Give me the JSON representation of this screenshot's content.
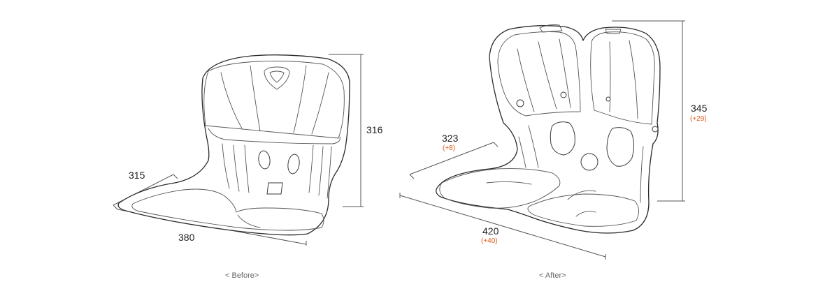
{
  "before": {
    "caption": "< Before>",
    "width": "380",
    "depth": "315",
    "height": "316"
  },
  "after": {
    "caption": "< After>",
    "width": "420",
    "width_delta": "(+40)",
    "depth": "323",
    "depth_delta": "(+8)",
    "height": "345",
    "height_delta": "(+29)"
  },
  "colors": {
    "line": "#2a2a2a",
    "label": "#222222",
    "delta": "#e05a1c",
    "caption": "#666666"
  }
}
